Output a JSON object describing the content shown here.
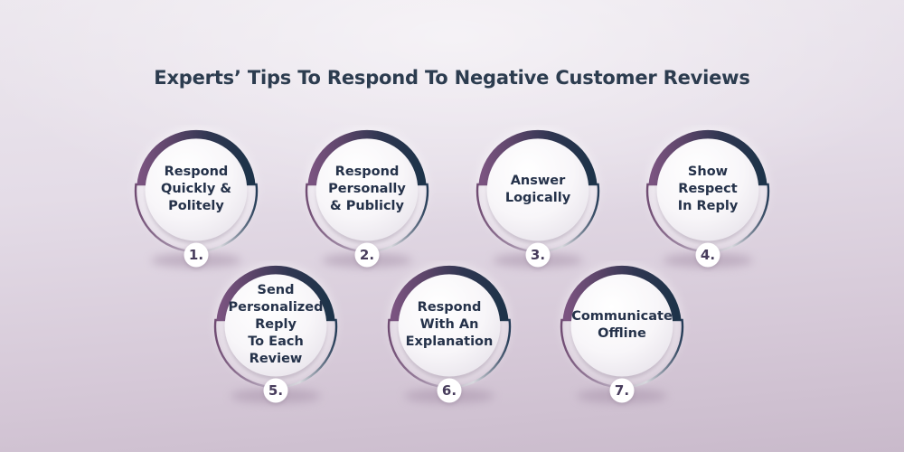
{
  "title": "Experts’ Tips To Respond To Negative Customer Reviews",
  "colors": {
    "title_text": "#2c3c4f",
    "label_text": "#25324a",
    "number_text": "#473c5c",
    "arc_gradient_left": "#7a5380",
    "arc_gradient_right": "#1d3349",
    "background_top": "#ece7ee",
    "background_bottom": "#c9bacb"
  },
  "tips": [
    {
      "number": "1.",
      "label": "Respond\nQuickly &\nPolitely"
    },
    {
      "number": "2.",
      "label": "Respond\nPersonally\n& Publicly"
    },
    {
      "number": "3.",
      "label": "Answer\nLogically"
    },
    {
      "number": "4.",
      "label": "Show\nRespect\nIn Reply"
    },
    {
      "number": "5.",
      "label": "Send\nPersonalized\nReply\nTo Each\nReview"
    },
    {
      "number": "6.",
      "label": "Respond\nWith An\nExplanation"
    },
    {
      "number": "7.",
      "label": "Communicate\nOffline"
    }
  ]
}
